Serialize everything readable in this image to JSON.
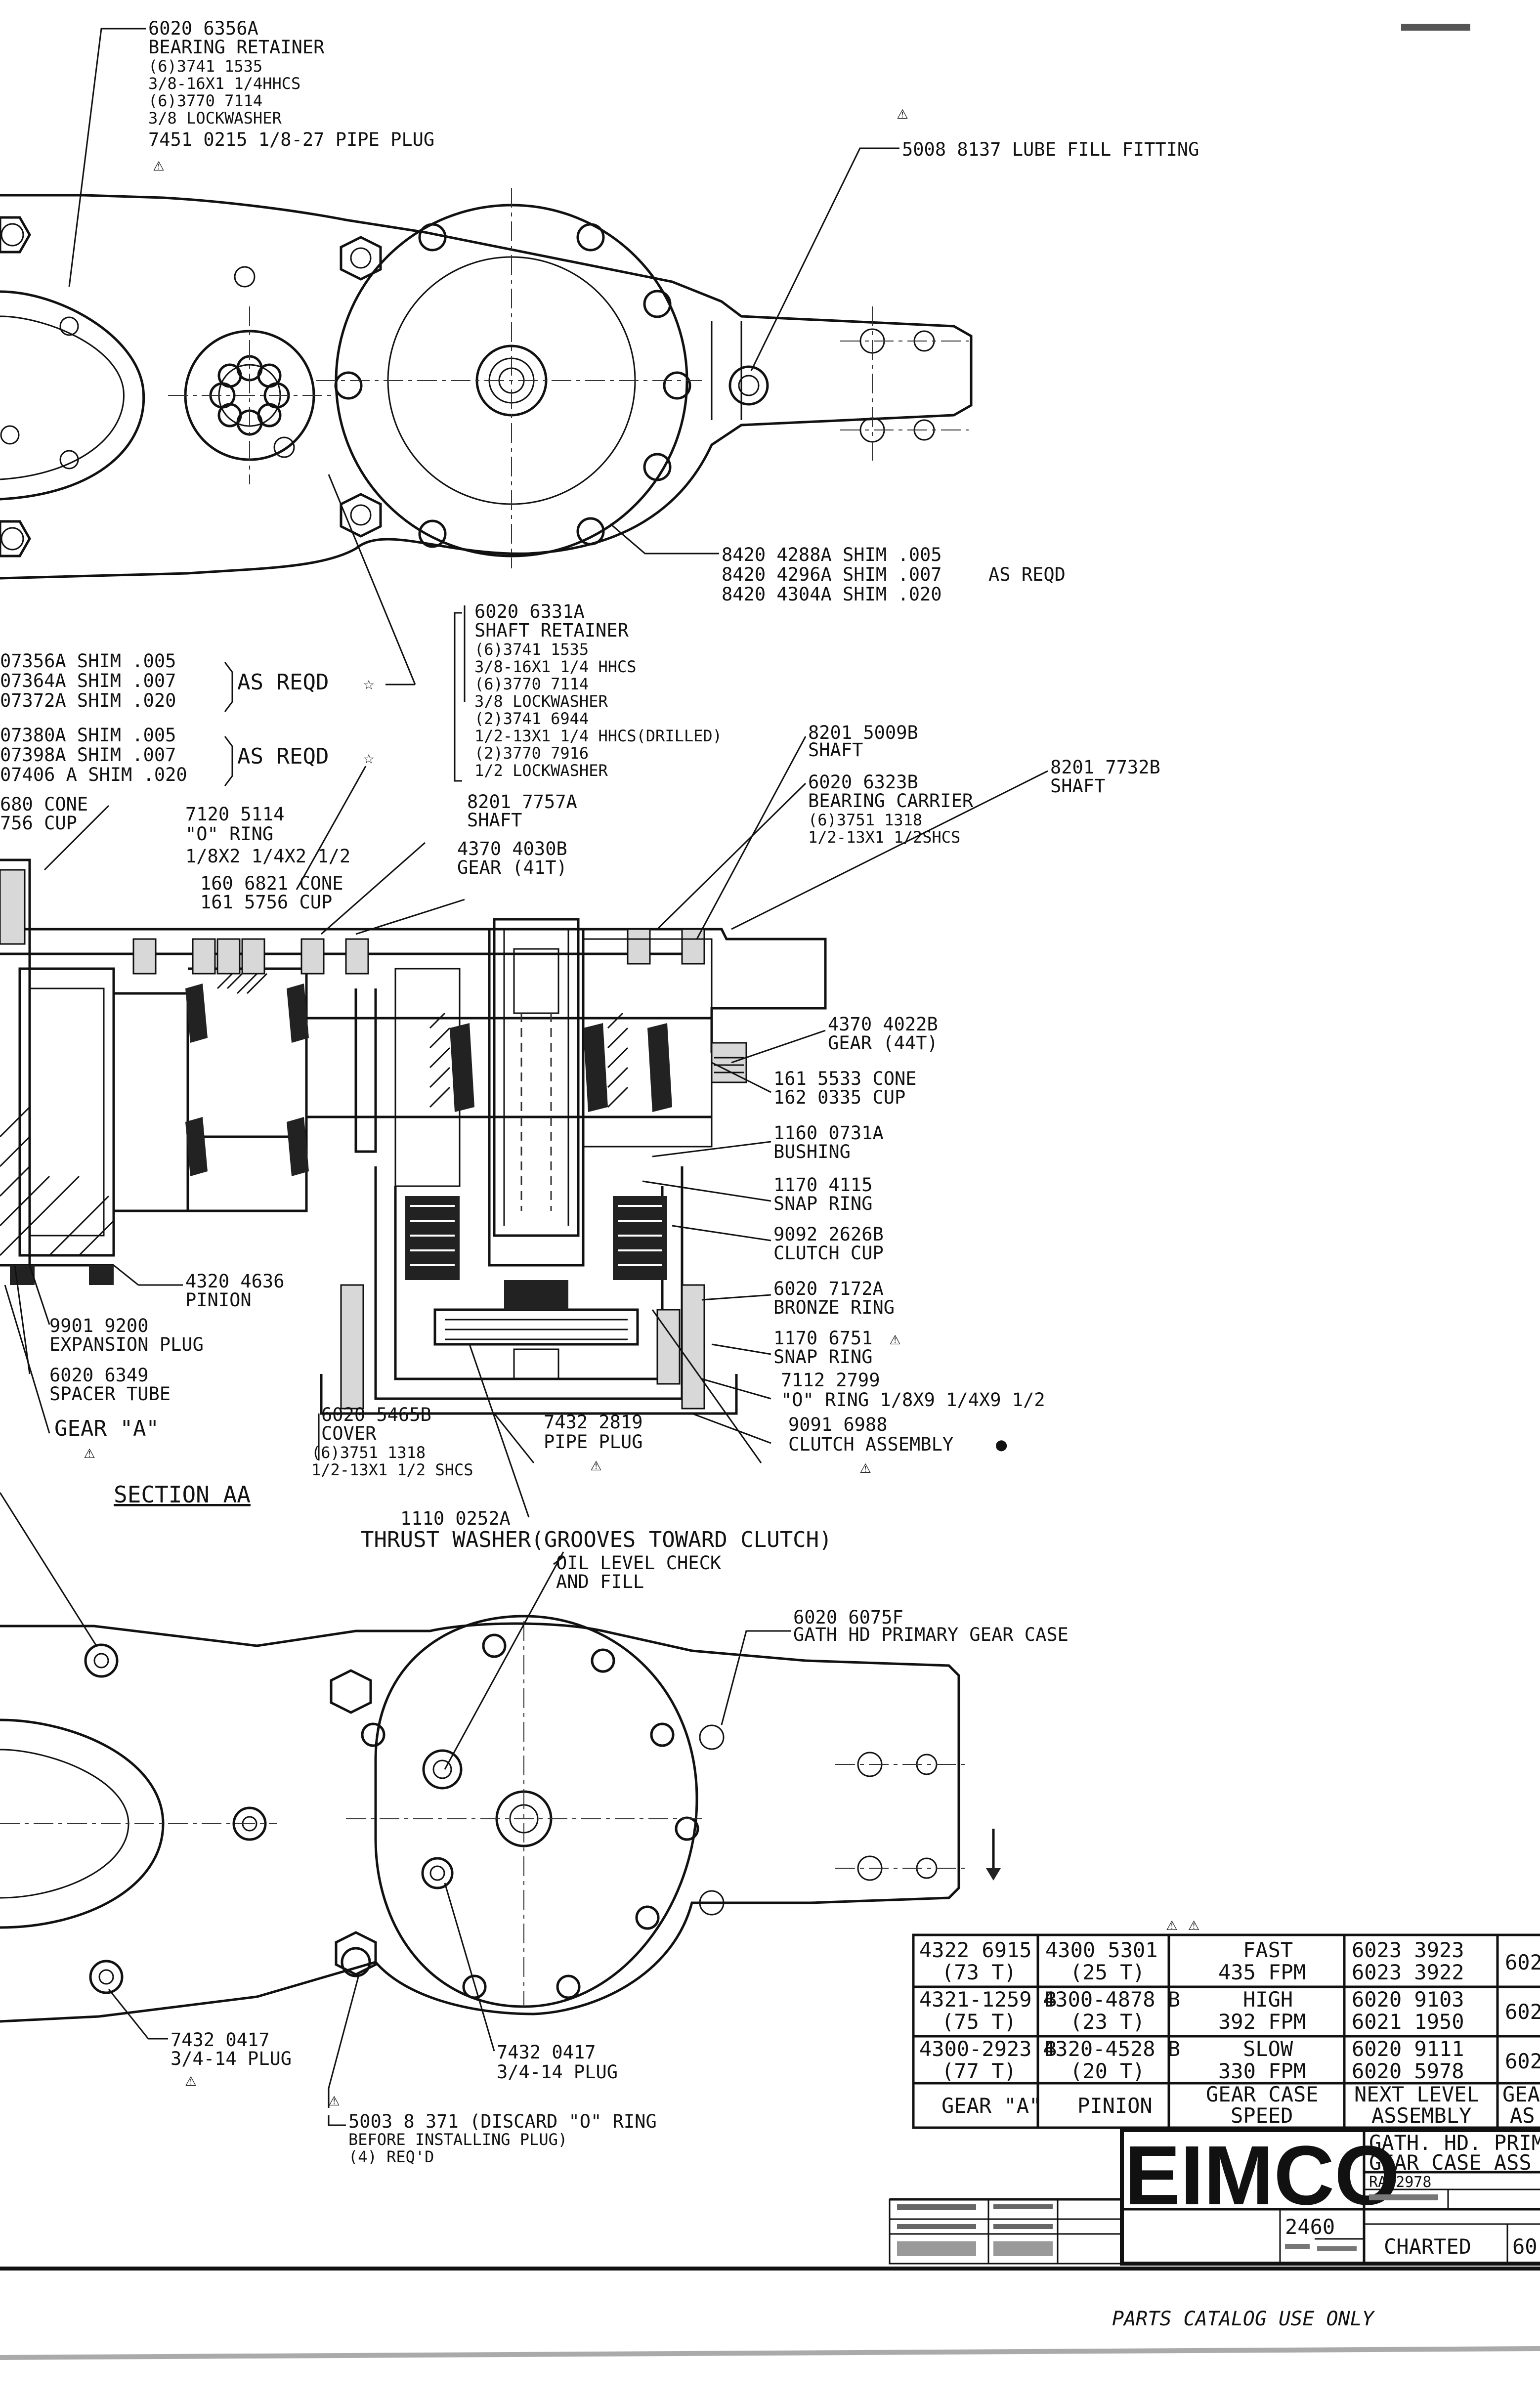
{
  "drawing": {
    "callouts": {
      "bearing_retainer": [
        "6020 6356A",
        "BEARING RETAINER",
        "(6)3741 1535",
        "3/8-16X1 1/4HHCS",
        "(6)3770 7114",
        "3/8 LOCKWASHER",
        "7451 0215 1/8-27 PIPE PLUG"
      ],
      "lube_fill": "5008 8137 LUBE FILL FITTING",
      "shim_right": [
        "8420 4288A SHIM .005",
        "8420 4296A SHIM .007",
        "AS REQD",
        "8420 4304A SHIM .020"
      ],
      "shaft_retainer": [
        "6020 6331A",
        "SHAFT RETAINER",
        "(6)3741 1535",
        "3/8-16X1 1/4 HHCS",
        "(6)3770 7114",
        "3/8 LOCKWASHER",
        "(2)3741 6944",
        "1/2-13X1 1/4 HHCS(DRILLED)",
        "(2)3770 7916",
        "1/2 LOCKWASHER"
      ],
      "shim_left_1": [
        "07356A SHIM .005",
        "07364A SHIM .007",
        "07372A SHIM .020"
      ],
      "shim_left_1_note": "AS REQD",
      "shim_left_2": [
        "07380A SHIM .005",
        "07398A SHIM .007",
        "07406 A SHIM .020"
      ],
      "shim_left_2_note": "AS REQD",
      "cone_left": [
        "680 CONE",
        "756 CUP"
      ],
      "oring_7120": [
        "7120 5114",
        "\"O\" RING",
        "1/8X2 1/4X2 1/2"
      ],
      "cone_6821": [
        "160 6821 CONE",
        "161 5756 CUP"
      ],
      "shaft_8201_7757": [
        "8201 7757A",
        "SHAFT"
      ],
      "gear_4370_4030": [
        "4370 4030B",
        "GEAR (41T)"
      ],
      "shaft_8201_5009": [
        "8201 5009B",
        "SHAFT"
      ],
      "shaft_8201_7732": [
        "8201 7732B",
        "SHAFT"
      ],
      "bearing_carrier": [
        "6020 6323B",
        "BEARING CARRIER",
        "(6)3751 1318",
        "1/2-13X1 1/2SHCS"
      ],
      "gear_4370_4022": [
        "4370 4022B",
        "GEAR (44T)"
      ],
      "cone_5533": [
        "161 5533 CONE",
        "162 0335 CUP"
      ],
      "bushing": [
        "1160 0731A",
        "BUSHING"
      ],
      "snap_ring_1": [
        "1170 4115",
        "SNAP RING"
      ],
      "clutch_cup": [
        "9092 2626B",
        "CLUTCH CUP"
      ],
      "pinion_4320": [
        "4320 4636",
        "PINION"
      ],
      "bronze_ring": [
        "6020 7172A",
        "BRONZE RING"
      ],
      "expansion_plug": [
        "9901 9200",
        "EXPANSION PLUG"
      ],
      "snap_ring_2": [
        "1170 6751",
        "SNAP RING"
      ],
      "spacer_tube": [
        "6020 6349",
        "SPACER TUBE"
      ],
      "oring_7112": [
        "7112 2799",
        "\"O\" RING 1/8X9 1/4X9 1/2"
      ],
      "gear_a": "GEAR \"A\"",
      "cover": [
        "6020 5465B",
        "COVER",
        "(6)3751 1318",
        "1/2-13X1 1/2 SHCS"
      ],
      "pipe_plug_2819": [
        "7432 2819",
        "PIPE PLUG"
      ],
      "clutch_assembly": [
        "9091 6988",
        "CLUTCH ASSEMBLY"
      ],
      "section_title": "SECTION AA",
      "thrust_washer": [
        "1110 0252A",
        "THRUST WASHER(GROOVES TOWARD CLUTCH)"
      ],
      "oil_level": [
        "OIL LEVEL CHECK",
        "AND FILL"
      ],
      "gear_case": [
        "6020 6075F",
        "GATH HD PRIMARY GEAR CASE"
      ],
      "plug_left": [
        "7432 0417",
        "3/4-14 PLUG"
      ],
      "plug_right": [
        "7432 0417",
        "3/4-14 PLUG"
      ],
      "discard_oring": [
        "5003 8 371 (DISCARD \"O\" RING",
        "BEFORE INSTALLING PLUG)",
        "(4) REQ'D"
      ]
    },
    "table": {
      "rows": [
        [
          "4322 6915 (73 T)",
          "4300 5301 (25 T)",
          "FAST 435 FPM",
          "6023 3923 6023 3922",
          "602"
        ],
        [
          "4321-1259 B (75 T)",
          "4300-4878 B (23 T)",
          "HIGH 392 FPM",
          "6020 9103 6021 1950",
          "602"
        ],
        [
          "4300-2923 B (77 T)",
          "4320-4528 B (20 T)",
          "SLOW 330 FPM",
          "6020 9111 6020 5978",
          "602"
        ]
      ],
      "header": [
        "GEAR \"A\"",
        "PINION",
        "GEAR CASE SPEED",
        "NEXT LEVEL ASSEMBLY",
        "GEA ASS"
      ]
    },
    "title_block": {
      "brand": "EIMCO",
      "title_1": "GATH. HD. PRIMA",
      "title_2": "GEAR CASE ASS",
      "model": "2460",
      "dwg": "RA 2978",
      "charted": "CHARTED",
      "next_no": "60"
    },
    "footer": "PARTS CATALOG USE ONLY"
  }
}
